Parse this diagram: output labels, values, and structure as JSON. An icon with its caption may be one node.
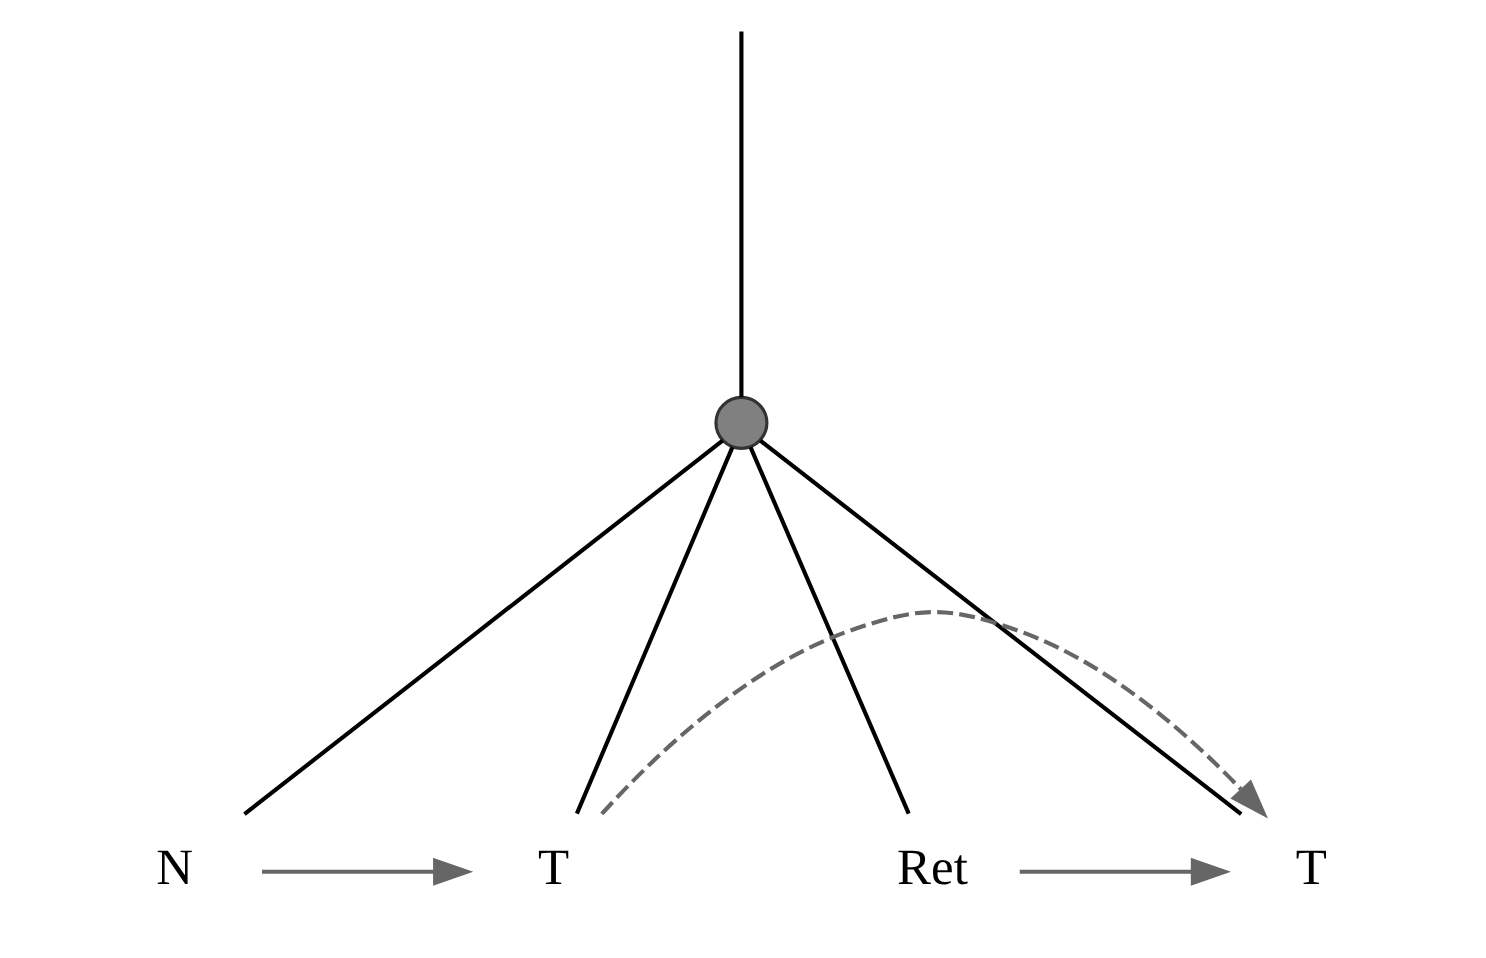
{
  "diagram": {
    "nodes": [
      {
        "text": [],
        "shape": "circle"
      },
      {
        "text": [
          "N"
        ]
      },
      {
        "text": [
          "T"
        ]
      },
      {
        "text": [
          "Ret"
        ]
      },
      {
        "text": [
          "T"
        ]
      }
    ],
    "edges": [
      {
        "from": null,
        "to": 0,
        "arrow": "none"
      },
      {
        "from": 0,
        "to": 1,
        "arrow": "none"
      },
      {
        "from": 0,
        "to": 2,
        "arrow": "none"
      },
      {
        "from": 0,
        "to": 3,
        "arrow": "none"
      },
      {
        "from": 0,
        "to": 4,
        "arrow": "none"
      },
      {
        "from": 1,
        "to": 2,
        "arrow": "to",
        "color": "#666666"
      },
      {
        "from": 3,
        "to": 4,
        "arrow": "to",
        "color": "#666666"
      },
      {
        "from": 2,
        "to": 4,
        "arrow": "to",
        "style": "dashed",
        "color": "#666666"
      }
    ]
  }
}
